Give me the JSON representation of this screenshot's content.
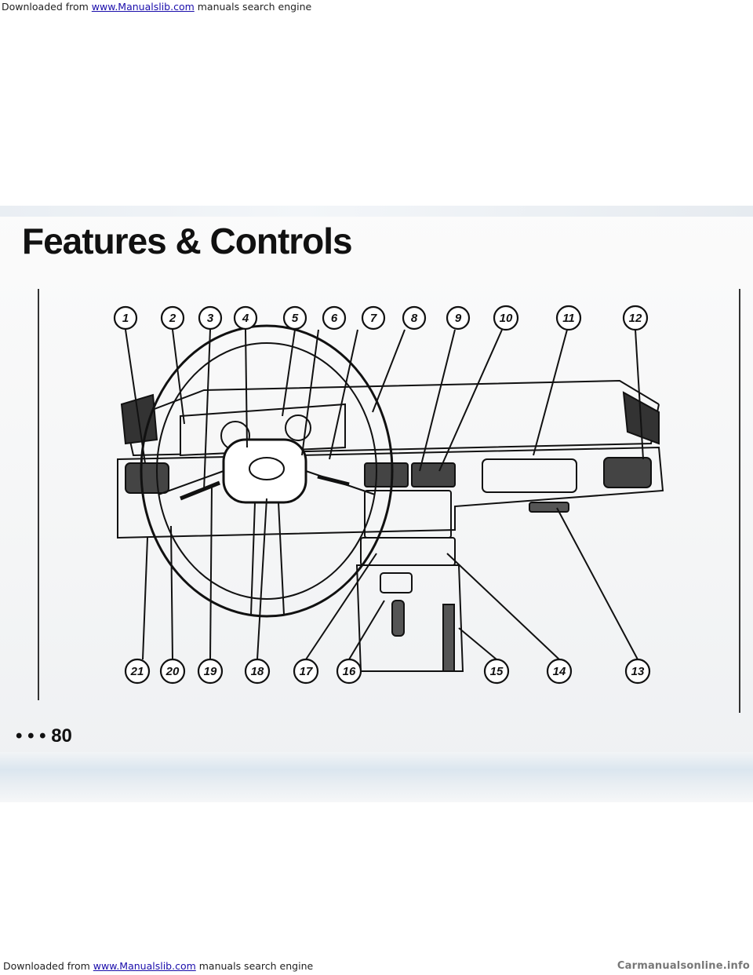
{
  "banner": {
    "prefix": "Downloaded from ",
    "link": "www.Manualslib.com",
    "suffix": " manuals search engine"
  },
  "page": {
    "title": "Features & Controls",
    "page_number": "• • • 80"
  },
  "callouts": [
    "1",
    "2",
    "3",
    "4",
    "5",
    "6",
    "7",
    "8",
    "9",
    "10",
    "11",
    "12",
    "13",
    "14",
    "15",
    "16",
    "17",
    "18",
    "19",
    "20",
    "21"
  ],
  "footer": {
    "right": "Carmanualsonline.info"
  }
}
